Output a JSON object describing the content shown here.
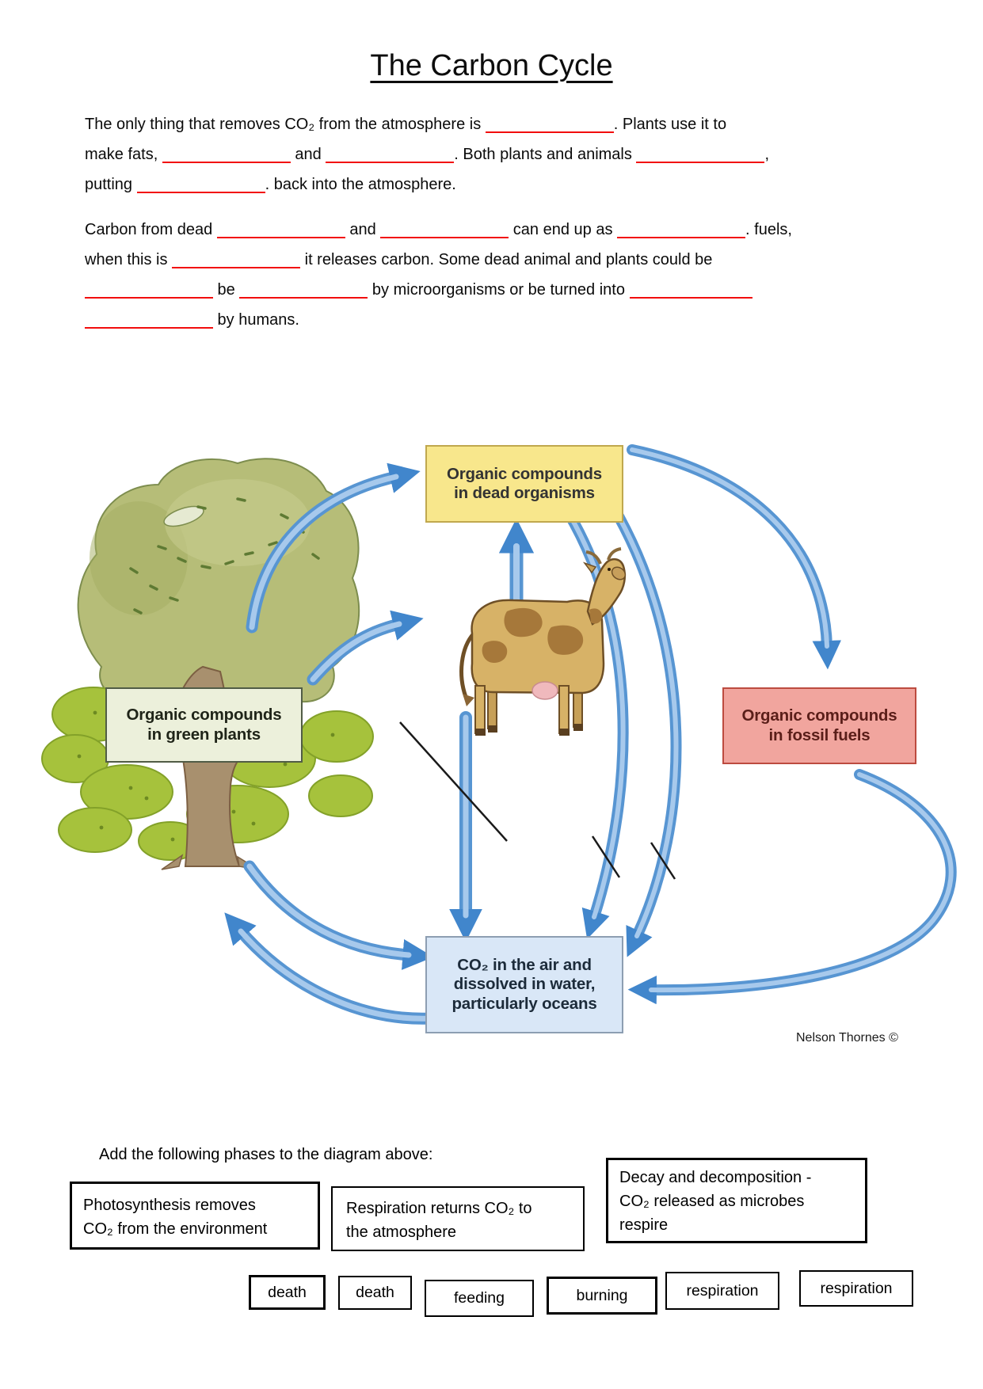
{
  "page": {
    "title": "The Carbon Cycle"
  },
  "fill_in": {
    "paragraphs": [
      {
        "lines": [
          [
            {
              "t": "The only thing that removes CO₂ from the atmosphere is "
            },
            {
              "b": 162
            },
            {
              "t": ".  Plants use it to"
            }
          ],
          [
            {
              "t": "make fats, "
            },
            {
              "b": 162
            },
            {
              "t": " and "
            },
            {
              "b": 162
            },
            {
              "t": ".  Both plants and animals "
            },
            {
              "b": 162
            },
            {
              "t": ","
            }
          ],
          [
            {
              "t": "putting "
            },
            {
              "b": 162
            },
            {
              "t": ".  back into the atmosphere."
            }
          ]
        ]
      },
      {
        "lines": [
          [
            {
              "t": "Carbon from dead "
            },
            {
              "b": 162
            },
            {
              "t": " and "
            },
            {
              "b": 162
            },
            {
              "t": " can end up as "
            },
            {
              "b": 162
            },
            {
              "t": ". fuels,"
            }
          ],
          [
            {
              "t": "when this is "
            },
            {
              "b": 162
            },
            {
              "t": " it releases carbon.  Some dead animal and plants could be"
            }
          ],
          [
            {
              "b": 162
            },
            {
              "t": " be "
            },
            {
              "b": 162
            },
            {
              "t": " by microorganisms or be turned into "
            },
            {
              "b": 155
            }
          ],
          [
            {
              "b": 162
            },
            {
              "t": " by humans."
            }
          ]
        ]
      }
    ]
  },
  "diagram": {
    "boxes": {
      "dead_organisms": {
        "lines": [
          "Organic compounds",
          "in dead organisms"
        ]
      },
      "green_plants": {
        "lines": [
          "Organic compounds",
          "in green plants"
        ]
      },
      "fossil_fuels": {
        "lines": [
          "Organic compounds",
          "in fossil fuels"
        ]
      },
      "co2": {
        "lines": [
          "CO₂ in the air and",
          "dissolved in water,",
          "particularly oceans"
        ]
      }
    },
    "credit": "Nelson Thornes ©",
    "colors": {
      "dead_bg": "#f8e78c",
      "dead_border": "#c0a84e",
      "plants_bg": "#ecf0db",
      "plants_border": "#515c46",
      "fossil_bg": "#f1a59e",
      "fossil_border": "#bc4b40",
      "fossil_text": "#5a1e19",
      "co2_bg": "#d9e7f7",
      "co2_border": "#8d9eb2",
      "arrow_main": "#5795d2",
      "arrow_light": "#a7c9ec",
      "arrow_head": "#4186cc",
      "blank_red": "#f20d0d"
    }
  },
  "exercise": {
    "instruction": "Add the following phases to the diagram above:",
    "phrase_boxes": [
      {
        "lines": [
          "Photosynthesis removes",
          "CO₂ from the environment"
        ]
      },
      {
        "lines": [
          "Respiration returns CO₂ to",
          "the atmosphere"
        ]
      },
      {
        "lines": [
          "Decay and decomposition -",
          "CO₂ released as microbes",
          "respire"
        ]
      }
    ],
    "word_boxes": [
      "death",
      "death",
      "feeding",
      "burning",
      "respiration",
      "respiration"
    ]
  }
}
